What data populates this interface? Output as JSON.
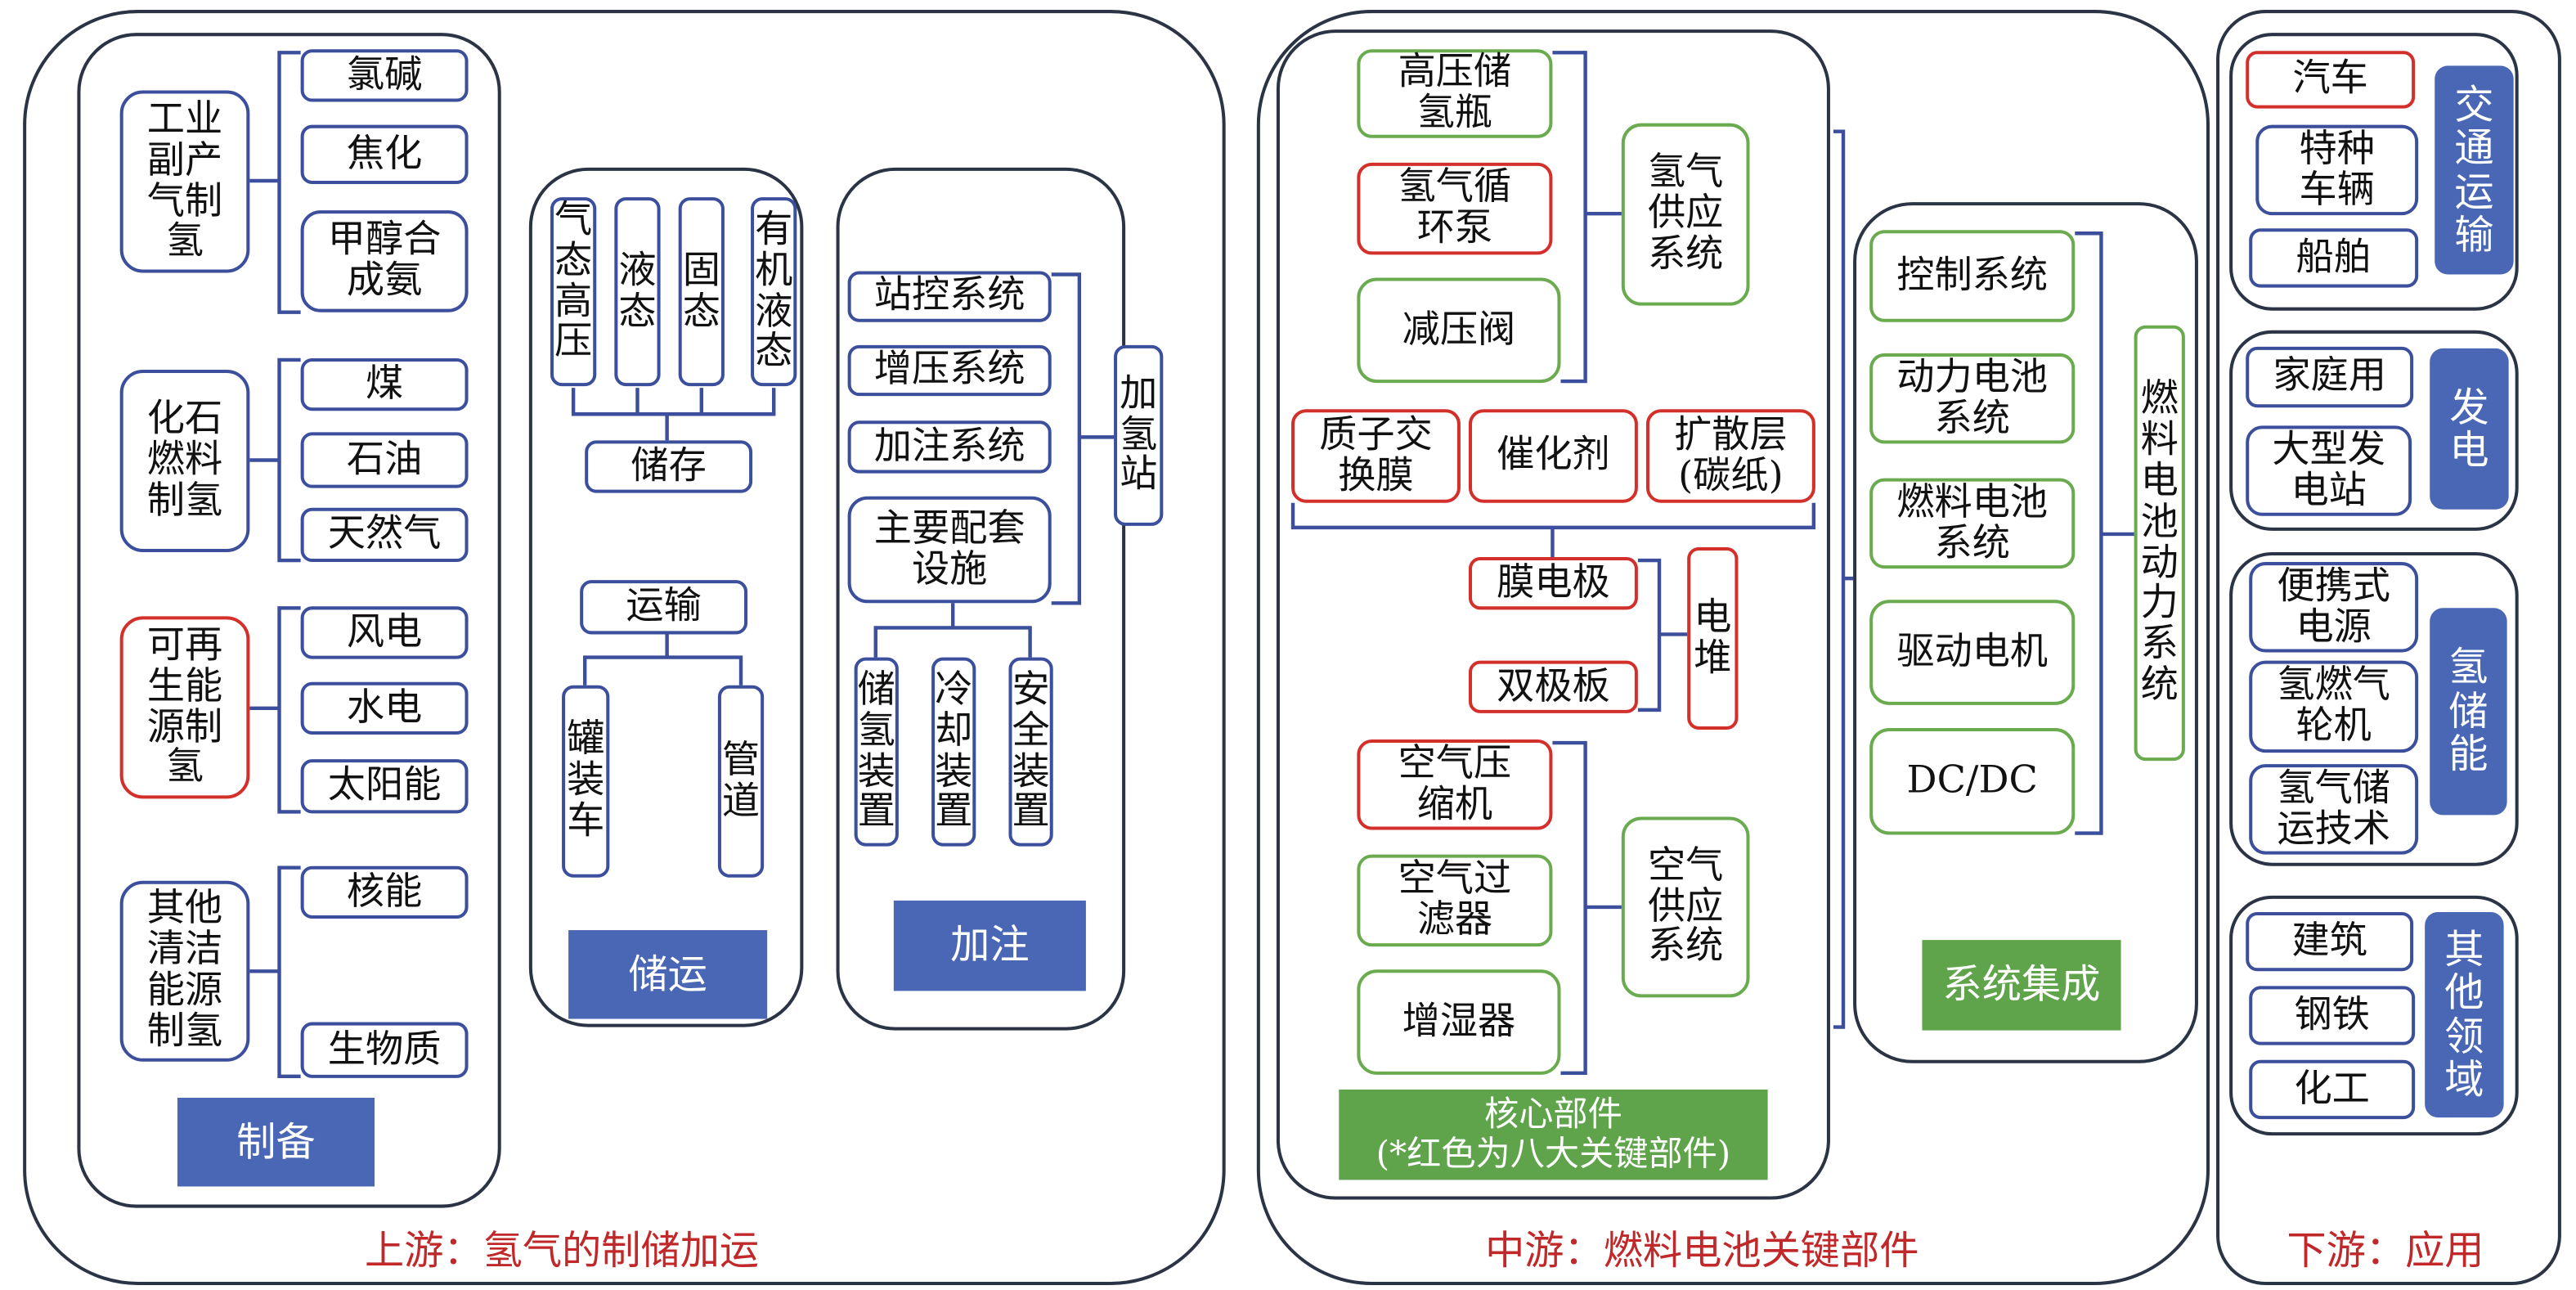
{
  "colors": {
    "blue_border": "#3c4f9c",
    "red_key_part": "#d3302c",
    "green_border": "#6aab4f",
    "blue_fill": "#4a67b5",
    "green_fill": "#5fa34a",
    "caption": "#c0282a"
  },
  "upstream": {
    "caption": "上游：氢气的制储加运",
    "production": {
      "label": "制备",
      "groups": [
        {
          "source": "工业\n副产\n气制\n氢",
          "items": [
            "氯碱",
            "焦化",
            "甲醇合\n成氨"
          ]
        },
        {
          "source": "化石\n燃料\n制氢",
          "items": [
            "煤",
            "石油",
            "天然气"
          ]
        },
        {
          "source": "可再\n生能\n源制\n氢",
          "items": [
            "风电",
            "水电",
            "太阳能"
          ]
        },
        {
          "source": "其他\n清洁\n能源\n制氢",
          "items": [
            "核能",
            "生物质"
          ]
        }
      ]
    },
    "storage_transport": {
      "label": "储运",
      "storage": {
        "label": "储存",
        "items": [
          "气\n态\n高\n压",
          "液\n态",
          "固\n态",
          "有\n机\n液\n态"
        ]
      },
      "transport": {
        "label": "运输",
        "items": [
          "罐\n装\n车",
          "管\n道"
        ]
      }
    },
    "refueling": {
      "label": "加注",
      "station": "加\n氢\n站",
      "systems": [
        "站控系统",
        "增压系统",
        "加注系统",
        "主要配套\n设施"
      ],
      "facilities": [
        "储\n氢\n装\n置",
        "冷\n却\n装\n置",
        "安\n全\n装\n置"
      ]
    }
  },
  "midstream": {
    "caption": "中游：燃料电池关键部件",
    "core": {
      "label": "核心部件\n(*红色为八大关键部件)",
      "hydrogen_supply": {
        "label": "氢气\n供应\n系统",
        "items": [
          "高压储\n氢瓶",
          "氢气循\n环泵",
          "减压阀"
        ]
      },
      "mea_materials": [
        "质子交\n换膜",
        "催化剂",
        "扩散层\n(碳纸)"
      ],
      "stack": {
        "label": "电\n堆",
        "items": [
          "膜电极",
          "双极板"
        ]
      },
      "air_supply": {
        "label": "空气\n供应\n系统",
        "items": [
          "空气压\n缩机",
          "空气过\n滤器",
          "增湿器"
        ]
      }
    },
    "integration": {
      "label": "系统集成",
      "power_system": "燃\n料\n电\n池\n动\n力\n系\n统",
      "items": [
        "控制系统",
        "动力电池\n系统",
        "燃料电池\n系统",
        "驱动电机",
        "DC/DC"
      ]
    }
  },
  "downstream": {
    "caption": "下游：应用",
    "groups": [
      {
        "label": "交\n通\n运\n输",
        "items": [
          "汽车",
          "特种\n车辆",
          "船舶"
        ]
      },
      {
        "label": "发\n电",
        "items": [
          "家庭用",
          "大型发\n电站"
        ]
      },
      {
        "label": "氢\n储\n能",
        "items": [
          "便携式\n电源",
          "氢燃气\n轮机",
          "氢气储\n运技术"
        ]
      },
      {
        "label": "其\n他\n领\n域",
        "items": [
          "建筑",
          "钢铁",
          "化工"
        ]
      }
    ]
  }
}
